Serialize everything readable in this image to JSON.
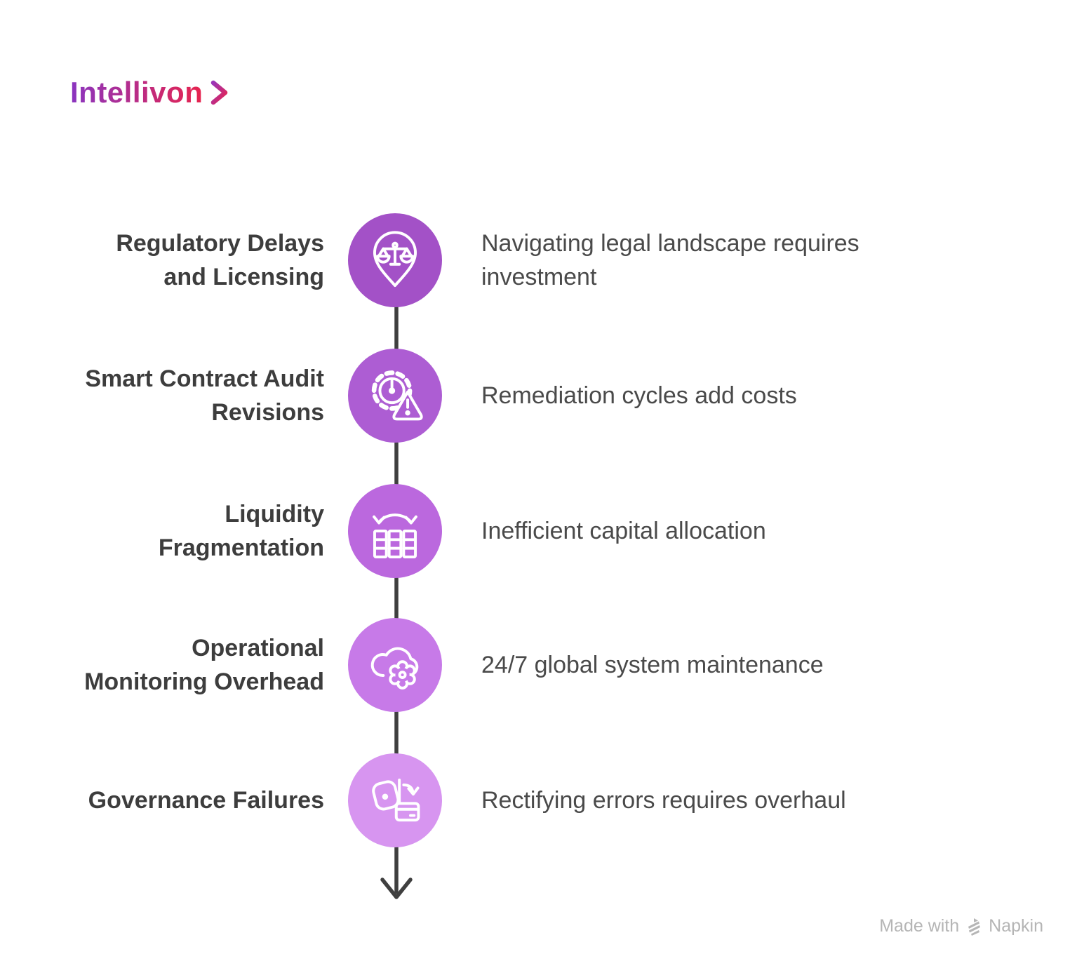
{
  "logo": {
    "text": "Intellivon"
  },
  "colors": {
    "title-text": "#3d3d3d",
    "desc-text": "#4a4a4a",
    "connector": "#3f3f3f",
    "logo-purple": "#8a35c0",
    "logo-red": "#e7234e",
    "footer-gray": "#b5b5b5"
  },
  "timeline": {
    "items": [
      {
        "title": "Regulatory Delays\nand Licensing",
        "description": "Navigating legal landscape requires investment",
        "icon": "scales-location-pin",
        "circle_color": "#a351c7"
      },
      {
        "title": "Smart Contract Audit\nRevisions",
        "description": "Remediation cycles add costs",
        "icon": "gear-clock-warning",
        "circle_color": "#ad5dd3"
      },
      {
        "title": "Liquidity\nFragmentation",
        "description": "Inefficient capital allocation",
        "icon": "columns-sync-arrows",
        "circle_color": "#bb68de"
      },
      {
        "title": "Operational\nMonitoring Overhead",
        "description": "24/7 global system maintenance",
        "icon": "cloud-gear",
        "circle_color": "#c77ae8"
      },
      {
        "title": "Governance Failures",
        "description": "Rectifying errors requires overhaul",
        "icon": "wallet-card-transfer",
        "circle_color": "#d795f0"
      }
    ]
  },
  "footer": {
    "made_with": "Made with",
    "brand": "Napkin"
  }
}
